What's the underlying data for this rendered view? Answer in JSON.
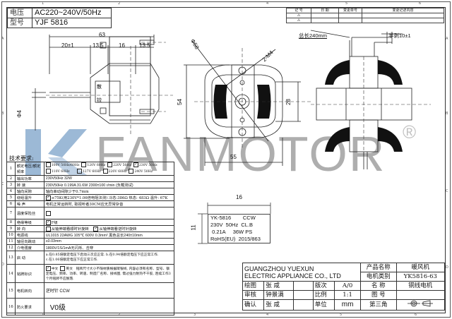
{
  "header": {
    "voltage_label": "电压",
    "voltage_value": "AC220~240V/50Hz",
    "model_label": "型号",
    "model_value": "YJF 5816"
  },
  "zones": {
    "columns": [
      "1",
      "2",
      "3",
      "4",
      "5",
      "6"
    ],
    "rows": [
      "A",
      "B",
      "C",
      "D"
    ]
  },
  "revision_table": {
    "headers": [
      "记 号",
      "日 期",
      "变更单号",
      "变更记述内容"
    ],
    "rows": [
      [
        "⚠",
        "",
        "",
        ""
      ],
      [
        "⚠",
        "",
        "",
        ""
      ]
    ]
  },
  "front_view": {
    "dims": {
      "overall": "63",
      "shaft_len": "20±1",
      "seg1": "13.5",
      "seg2": "16",
      "seg3": "13.5",
      "shaft_dia": "Φ4"
    },
    "label_top": "散",
    "label_bot": "铰"
  },
  "side_view": {
    "dims": {
      "dia": "Φ58",
      "thread": "2-M4",
      "height": "54",
      "inner": "28",
      "width": "55"
    }
  },
  "top_view": {
    "lead_length": "总长240mm",
    "strip": "半剥10±1"
  },
  "watermark": {
    "brand": "FANMOTOR",
    "logo": "UK",
    "registered": "®"
  },
  "tech_requirements": {
    "title": "技术要求:",
    "rows": [
      {
        "no": "1",
        "label": "额定电压/额定频率",
        "options": [
          {
            "text": "100V 50Hz/60Hz",
            "checked": false
          },
          {
            "text": "120V 60Hz",
            "checked": false
          },
          {
            "text": "220V 50Hz",
            "checked": false
          },
          {
            "text": "230V 50Hz",
            "checked": true
          },
          {
            "text": "110V 60Hz",
            "checked": false
          },
          {
            "text": "127V 60Hz",
            "checked": false
          },
          {
            "text": "220V 60Hz",
            "checked": false
          },
          {
            "text": "240V 50Hz",
            "checked": false
          }
        ]
      },
      {
        "no": "2",
        "label": "输出功率",
        "value": "230V50Hz   32W"
      },
      {
        "no": "3",
        "label": "转    速",
        "value": "230V50Hz   0.199A   31.6W     2300±100  r/min  (负载测试)"
      },
      {
        "no": "4",
        "label": "轴向间隙",
        "value": "轴向串动间隙少于0.7mm"
      },
      {
        "no": "5",
        "label": "绕组温升",
        "value": "≤75K(用230V*1.06倍电阻法测) 冷态:386Ω 热态: 483Ω 温升: 67K",
        "checked": true
      },
      {
        "no": "6",
        "label": "噪    声",
        "value": "电机正常运转时, 取视听者30CM应无异常杂音"
      },
      {
        "no": "7",
        "label": "温度保险丝",
        "checked": false
      },
      {
        "no": "8",
        "label": "绝缘等级",
        "value": "F级",
        "checked": true
      },
      {
        "no": "9",
        "label": "转    向",
        "opt1": "从轴伸端看顺时针旋转",
        "opt1_checked": false,
        "opt2": "从轴伸端看逆时针旋转",
        "opt2_checked": true
      },
      {
        "no": "10",
        "label": "电源线",
        "value": "UL1015 22AWG 105℃  600V 0.3mm²   黑色总长240±10mm"
      },
      {
        "no": "11",
        "label": "轴径向跳动",
        "value": "≤0.03mm"
      },
      {
        "no": "12",
        "label": "介电强度",
        "value": "1800V/1S/1mA无闪烁、击穿"
      },
      {
        "no": "13",
        "label": "启    动",
        "value": "a.在0.85倍额定电压下启动三次应正常.   b.在0.94倍额定电压下应正常工作.",
        "value2": "c.在1.06倍额定电压下应正常工作."
      },
      {
        "no": "14",
        "label": "铭牌标识",
        "opt1": "中文",
        "opt1_checked": true,
        "opt2": "英文",
        "opt2_checked": false,
        "value": "铭牌尺寸大小不限材质根据唛银线, 内容必须有名称、型号、额定电压、频率、功率、转速、制造厂名称、接线图, 需过强力耐热不干胶, 连续工作3个月铭牌不应脱落."
      },
      {
        "no": "15",
        "label": "电机转向",
        "value": "逆时针     CCW"
      },
      {
        "no": "16",
        "label": "防火要求",
        "value": "V0级"
      }
    ]
  },
  "nameplate": {
    "dim_w": "16",
    "dim_h": "11",
    "lines": [
      "YK-5816        CCW",
      "230V  50Hz  CL.B",
      " 0.21A     36W PS",
      "RoHS(EU)  2015/863"
    ]
  },
  "title_block": {
    "company_line1": "GUANGZHOU YUEXUN",
    "company_line2": "ELECTRIC APPLIANCE CO., LTD",
    "product_name_label": "产品名称",
    "product_name": "暖风机",
    "motor_type_label": "电机类别",
    "motor_type": "YK5816-63",
    "drawn_label": "绘图",
    "drawn_by": "张  咸",
    "check_label": "审核",
    "checked_by": "钟景满",
    "confirm_label": "确认",
    "confirmed_by": "张  咸",
    "version_label": "版次",
    "version": "A/0",
    "scale_label": "比例",
    "scale": "1:1",
    "unit_label": "单位",
    "unit": "mm",
    "name_label": "名  称",
    "name": "铜线电机",
    "drawing_no_label": "图  号",
    "drawing_no": "",
    "projection_label": "第三角",
    "projection_symbol": "third-angle"
  }
}
